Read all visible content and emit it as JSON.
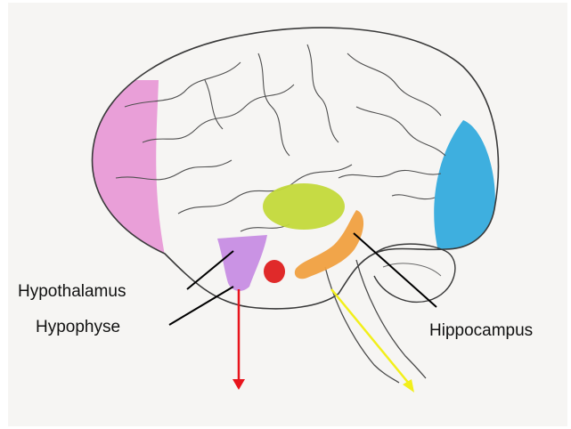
{
  "labels": {
    "hypothalamus": "Hypothalamus",
    "hypophyse": "Hypophyse",
    "hippocampus": "Hippocampus"
  },
  "colors": {
    "frontal_region": "#e68fd2",
    "occipital_region": "#2aa7dd",
    "thalamus_region": "#c3d93a",
    "hypothalamus_region": "#c78de3",
    "amygdala_region": "#e02a2a",
    "hippocampus_region": "#f0a040",
    "red_arrow": "#e8141c",
    "yellow_arrow": "#f2ef1a",
    "pencil_outline": "#3a3a3a"
  }
}
